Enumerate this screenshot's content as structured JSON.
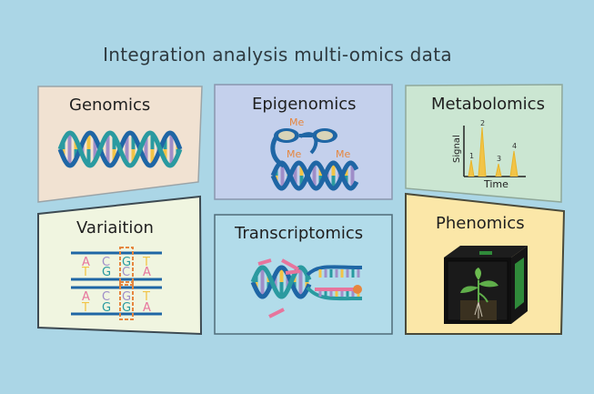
{
  "title": "Integration analysis multi-omics data",
  "panels": [
    {
      "id": "genomics",
      "label": "Genomics",
      "color": "#f1e2d2"
    },
    {
      "id": "epigenomics",
      "label": "Epigenomics",
      "color": "#c4d0ec",
      "marks": [
        "Me",
        "Me",
        "Me"
      ]
    },
    {
      "id": "metabolomics",
      "label": "Metabolomics",
      "color": "#cbe6d2",
      "chart": {
        "xlabel": "Time",
        "ylabel": "Signal",
        "peaks": [
          "1",
          "2",
          "3",
          "4"
        ]
      }
    },
    {
      "id": "variation",
      "label": "Variaition",
      "color": "#f0f5e0",
      "rows": [
        {
          "top": [
            "A",
            "C",
            "G",
            "T"
          ],
          "bottom": [
            "T",
            "G",
            "C",
            "A"
          ]
        },
        {
          "top": [
            "A",
            "C",
            "G",
            "T"
          ],
          "bottom": [
            "T",
            "G",
            "G",
            "A"
          ]
        }
      ]
    },
    {
      "id": "transcriptomics",
      "label": "Transcriptomics",
      "color": "#b2dcea"
    },
    {
      "id": "phenomics",
      "label": "Phenomics",
      "color": "#fbe7a8"
    }
  ],
  "colors": {
    "background": "#abd6e6",
    "helix_blue": "#1f66a5",
    "helix_teal": "#2a9aa0",
    "base_yellow": "#f2c447",
    "base_purple": "#9f8ec8",
    "base_pink": "#e7759d",
    "methyl_orange": "#e6863e"
  }
}
